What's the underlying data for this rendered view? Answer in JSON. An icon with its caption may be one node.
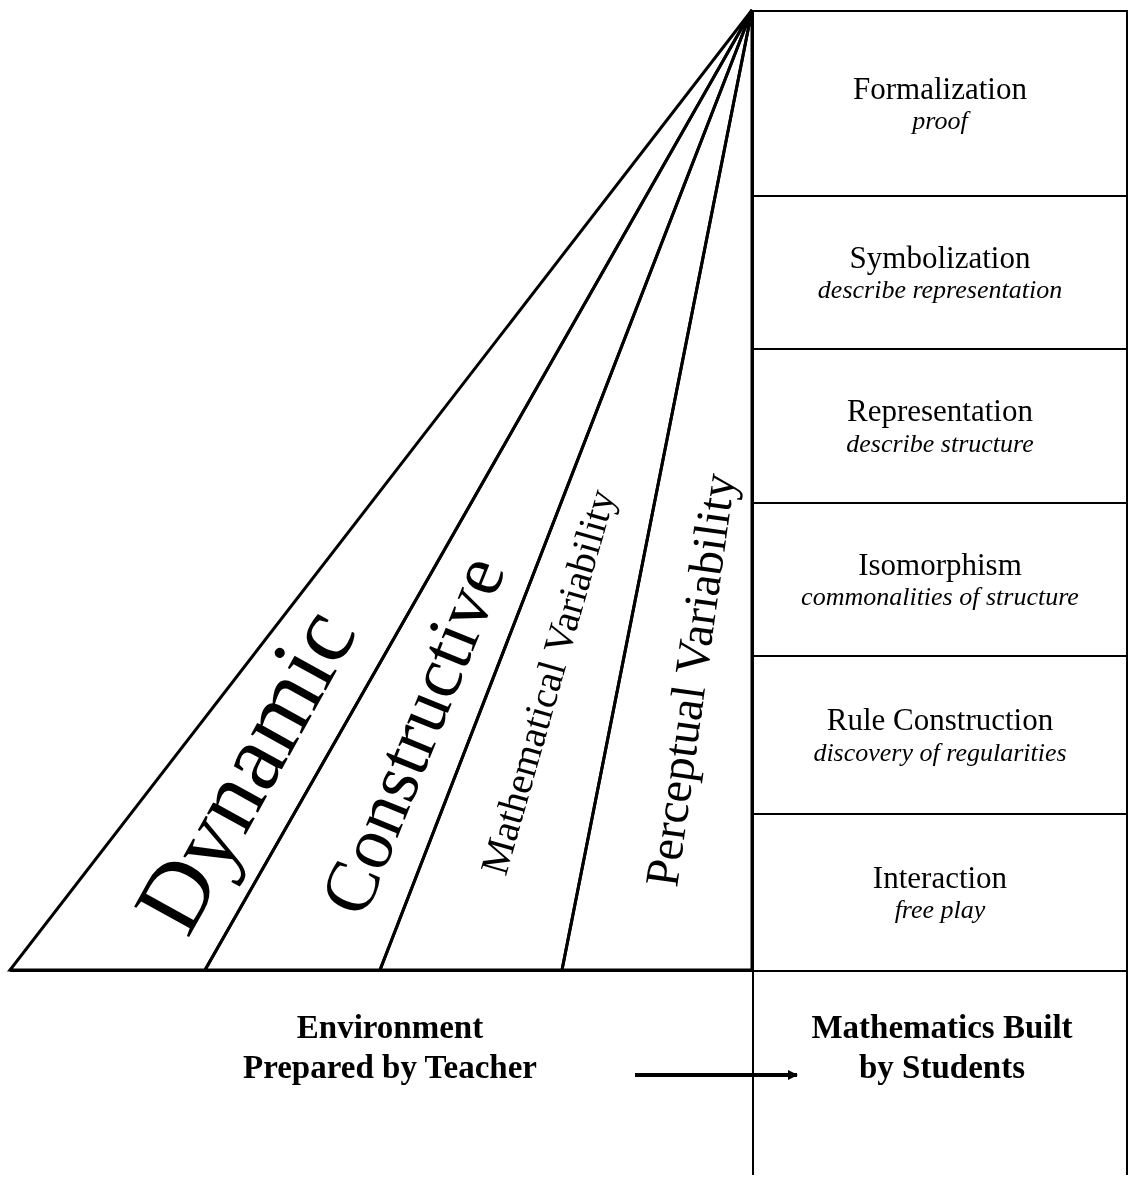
{
  "diagram": {
    "nodes": [
      {
        "text": [
          "Dynamic"
        ]
      },
      {
        "text": [
          "Constructive"
        ]
      },
      {
        "text": [
          "Mathematical Variability"
        ]
      },
      {
        "text": [
          "Perceptual Variability"
        ]
      },
      {
        "text": [
          "Formalization",
          "proof"
        ]
      },
      {
        "text": [
          "Symbolization",
          "describe representation"
        ]
      },
      {
        "text": [
          "Representation",
          "describe structure"
        ]
      },
      {
        "text": [
          "Isomorphism",
          "commonalities of structure"
        ]
      },
      {
        "text": [
          "Rule Construction",
          "discovery of regularities"
        ]
      },
      {
        "text": [
          "Interaction",
          "free play"
        ]
      },
      {
        "text": [
          "Environment Prepared by Teacher"
        ]
      },
      {
        "text": [
          "Mathematics Built by Students"
        ]
      }
    ],
    "edges": [
      {
        "from": 10,
        "to": 11,
        "arrow": "to"
      }
    ]
  }
}
